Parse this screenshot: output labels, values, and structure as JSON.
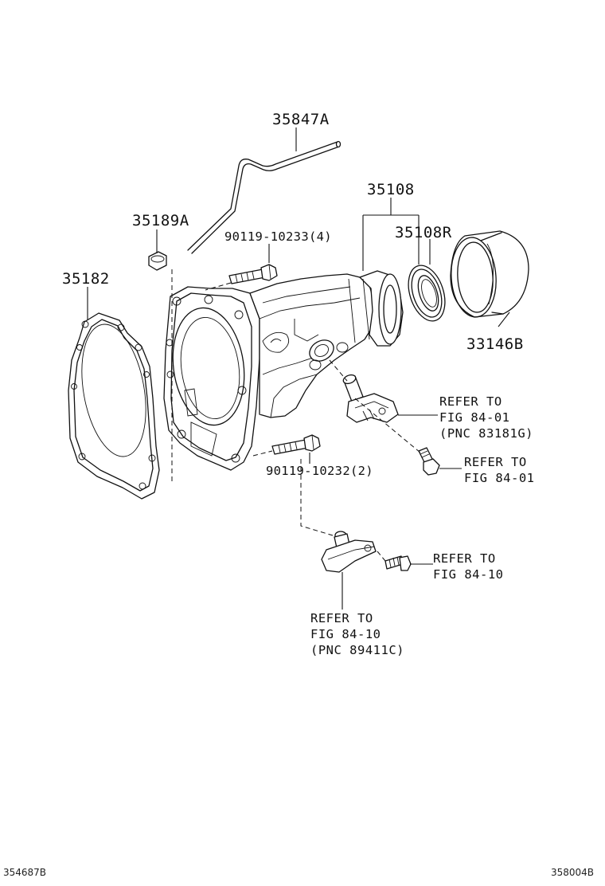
{
  "labels": {
    "pipe": "35847A",
    "extension_housing": "35108",
    "plug": "35189A",
    "oil_seal": "35108R",
    "gasket": "35182",
    "dust_deflector": "33146B",
    "bolt_upper": "90119-10233(4)",
    "bolt_lower": "90119-10232(2)"
  },
  "references": {
    "speed_sensor": [
      "REFER TO",
      "FIG 84-01",
      "(PNC 83181G)"
    ],
    "speed_sensor_bolt": [
      "REFER TO",
      "FIG 84-01"
    ],
    "bottom_sensor_bolt": [
      "REFER TO",
      "FIG 84-10"
    ],
    "bottom_sensor": [
      "REFER TO",
      "FIG 84-10",
      "(PNC 89411C)"
    ]
  },
  "footer": {
    "left_code": "354687B",
    "right_code": "358004B"
  }
}
